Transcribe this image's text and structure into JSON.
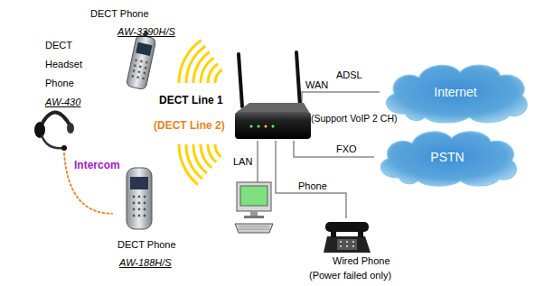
{
  "diagram": {
    "nodes": [
      {
        "text": [
          "DECT Phone",
          "AW-3390H/S"
        ]
      },
      {
        "text": [
          "DECT Headset Phone",
          "AW-430"
        ]
      },
      {
        "text": [
          "DECT Phone",
          "AW-188H/S"
        ]
      },
      {
        "text": [
          "Internet"
        ]
      },
      {
        "text": [
          "PSTN"
        ]
      },
      {
        "text": [
          "Wired Phone",
          "(Power failed only)"
        ]
      }
    ],
    "edges": [
      {
        "from": 1,
        "to": 2,
        "label": "Intercom",
        "arrow": "none"
      }
    ],
    "labels": [
      "DECT Line 1",
      "(DECT Line 2)",
      "WAN",
      "ADSL",
      "(Support VoIP 2 CH)",
      "FXO",
      "LAN",
      "Phone"
    ]
  }
}
